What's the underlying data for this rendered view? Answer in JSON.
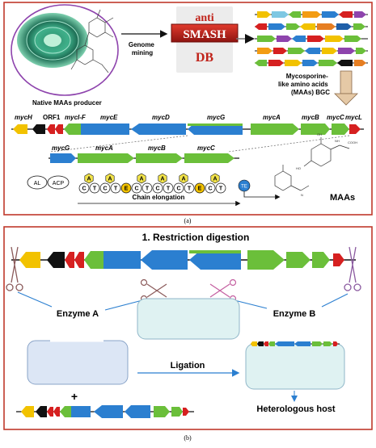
{
  "panel_a": {
    "producer_label": "Native MAAs producer",
    "genome_mining": [
      "Genome",
      "mining"
    ],
    "antismash": [
      "anti",
      "SMASH",
      "DB"
    ],
    "bgc_label": [
      "Mycosporine-",
      "like amino acids",
      "(MAAs) BGC"
    ],
    "gene_row1": [
      "mycH",
      "ORF1",
      "mycI-F",
      "mycE",
      "mycD",
      "mycG",
      "mycA",
      "mycB",
      "mycC",
      "mycL"
    ],
    "gene_row2": [
      "mycG",
      "mycA",
      "mycB",
      "mycC"
    ],
    "al": "AL",
    "acp": "ACP",
    "domain_A": "A",
    "domain_C": "C",
    "domain_T": "T",
    "domain_E": "E",
    "te": "TE",
    "chain_elongation": "Chain elongation",
    "maas": "MAAs",
    "caption": "(a)",
    "structure_labels": [
      "HO",
      "OH",
      "COOH",
      "NH",
      "N"
    ]
  },
  "panel_b": {
    "title": "1. Restriction digestion",
    "enzyme_a": "Enzyme A",
    "enzyme_b": "Enzyme B",
    "ligation": "Ligation",
    "plus": "+",
    "host": "Heterologous host",
    "caption": "(b)"
  },
  "colors": {
    "frame": "#c0392b",
    "yellow": "#f2c200",
    "black": "#111111",
    "red": "#d62020",
    "green": "#6bbf3a",
    "blue": "#2b7fd0",
    "darkblue": "#1f5fa8",
    "lightblue": "#dce6f5",
    "lightteal": "#dff2f2"
  }
}
